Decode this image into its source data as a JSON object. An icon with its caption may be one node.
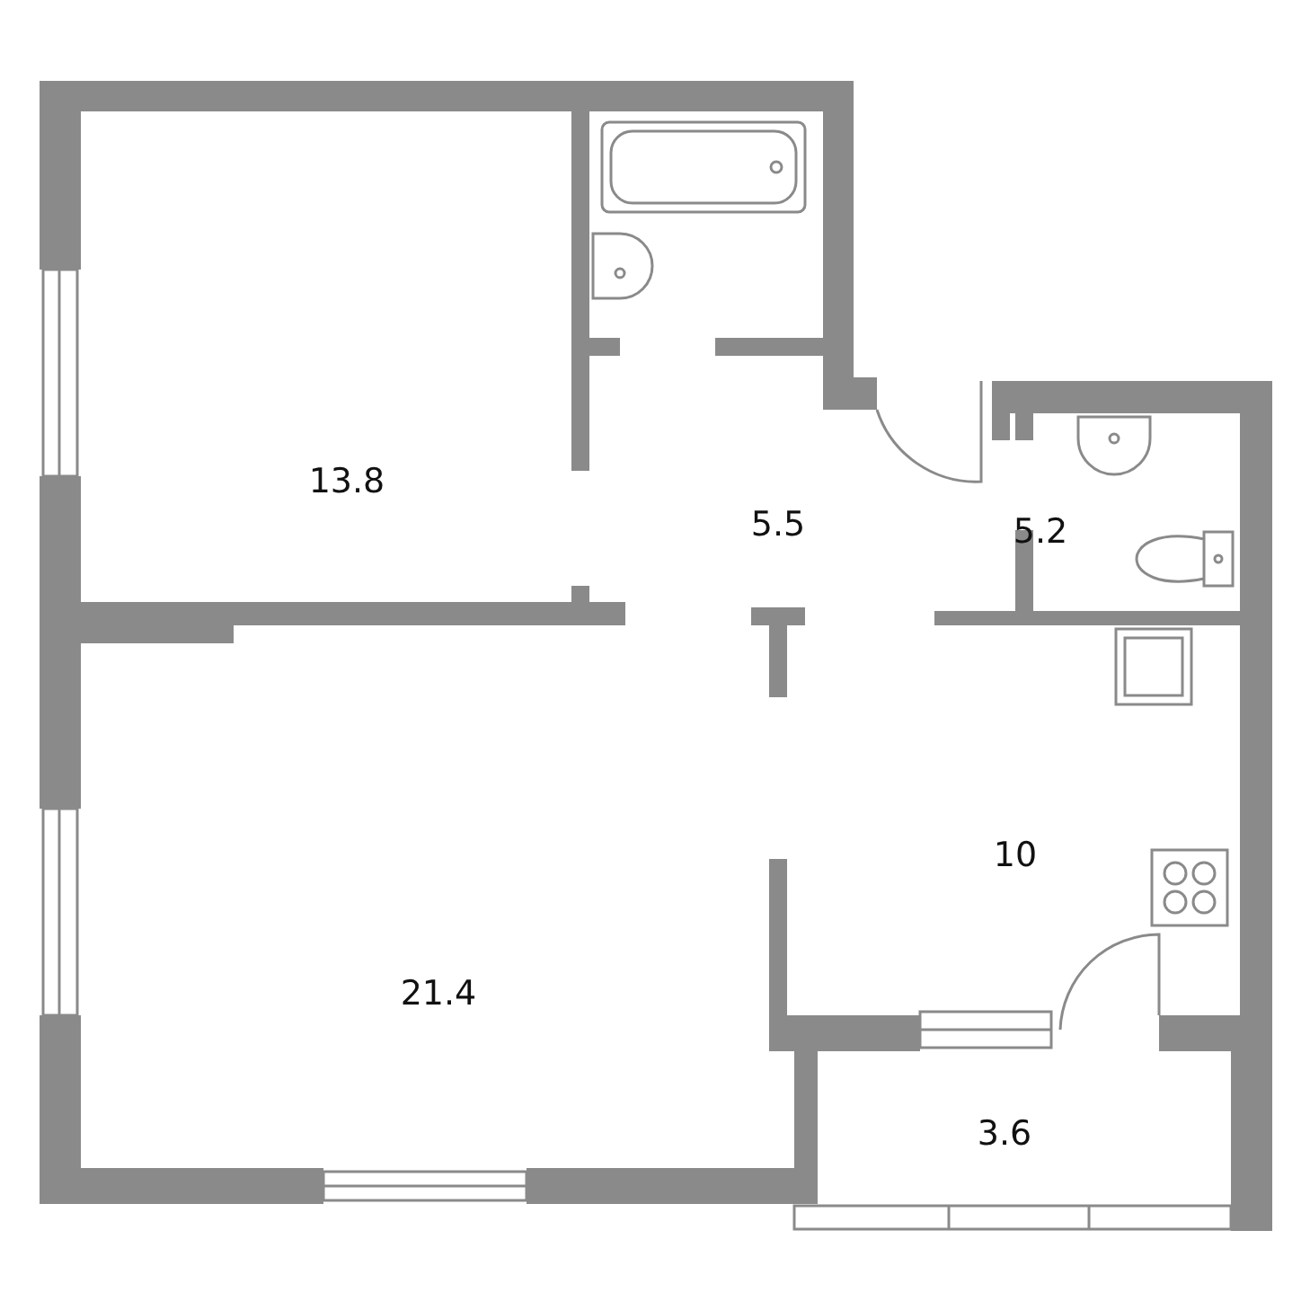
{
  "diagram": {
    "labels": [
      "13.8",
      "5.5",
      "5.2",
      "10",
      "21.4",
      "3.6"
    ]
  }
}
